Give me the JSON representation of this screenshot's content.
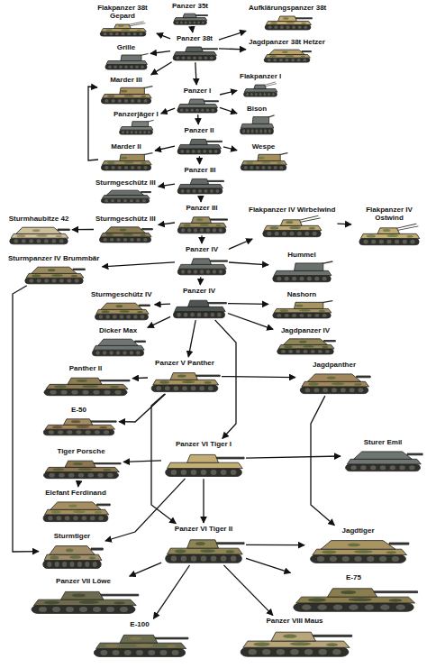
{
  "diagram": {
    "nodes": [
      {
        "text": [
          "Panzer 35t"
        ]
      },
      {
        "text": [
          "Flakpanzer 38t Gepard"
        ]
      },
      {
        "text": [
          "Aufklärungspanzer 38t"
        ]
      },
      {
        "text": [
          "Grille"
        ]
      },
      {
        "text": [
          "Panzer 38t"
        ]
      },
      {
        "text": [
          "Jagdpanzer 38t Hetzer"
        ]
      },
      {
        "text": [
          "Marder III"
        ]
      },
      {
        "text": [
          "Flakpanzer I"
        ]
      },
      {
        "text": [
          "Panzerjäger I"
        ]
      },
      {
        "text": [
          "Panzer I"
        ]
      },
      {
        "text": [
          "Bison"
        ]
      },
      {
        "text": [
          "Marder II"
        ]
      },
      {
        "text": [
          "Panzer II"
        ]
      },
      {
        "text": [
          "Wespe"
        ]
      },
      {
        "text": [
          "Sturmgeschütz III"
        ]
      },
      {
        "text": [
          "Panzer III"
        ]
      },
      {
        "text": [
          "Flakpanzer IV Wirbelwind"
        ]
      },
      {
        "text": [
          "Flakpanzer IV Ostwind"
        ]
      },
      {
        "text": [
          "Sturmhaubitze 42"
        ]
      },
      {
        "text": [
          "Sturmgeschütz III"
        ]
      },
      {
        "text": [
          "Panzer III"
        ]
      },
      {
        "text": [
          "Sturmpanzer IV Brummbär"
        ]
      },
      {
        "text": [
          "Panzer IV"
        ]
      },
      {
        "text": [
          "Hummel"
        ]
      },
      {
        "text": [
          "Sturmgeschütz IV"
        ]
      },
      {
        "text": [
          "Panzer IV"
        ]
      },
      {
        "text": [
          "Nashorn"
        ]
      },
      {
        "text": [
          "Dicker Max"
        ]
      },
      {
        "text": [
          "Jagdpanzer IV"
        ]
      },
      {
        "text": [
          "Panzer V Panther"
        ]
      },
      {
        "text": [
          "Jagdpanther"
        ]
      },
      {
        "text": [
          "Panther II"
        ]
      },
      {
        "text": [
          "E-50"
        ]
      },
      {
        "text": [
          "Panzer VI Tiger I"
        ]
      },
      {
        "text": [
          "Tiger Porsche"
        ]
      },
      {
        "text": [
          "Sturer Emil"
        ]
      },
      {
        "text": [
          "Elefant Ferdinand"
        ]
      },
      {
        "text": [
          "Sturmtiger"
        ]
      },
      {
        "text": [
          "Panzer VI Tiger II"
        ]
      },
      {
        "text": [
          "Jagdtiger"
        ]
      },
      {
        "text": [
          "Panzer VII Löwe"
        ]
      },
      {
        "text": [
          "E-75"
        ]
      },
      {
        "text": [
          "E-100"
        ]
      },
      {
        "text": [
          "Panzer VIII Maus"
        ]
      }
    ],
    "edges": [
      {
        "from": 0,
        "to": 4,
        "arrow": "to"
      },
      {
        "from": 4,
        "to": 1,
        "arrow": "to"
      },
      {
        "from": 4,
        "to": 2,
        "arrow": "to"
      },
      {
        "from": 4,
        "to": 3,
        "arrow": "to"
      },
      {
        "from": 4,
        "to": 5,
        "arrow": "to"
      },
      {
        "from": 4,
        "to": 6,
        "arrow": "to"
      },
      {
        "from": 4,
        "to": 9,
        "arrow": "to"
      },
      {
        "from": 9,
        "to": 7,
        "arrow": "to"
      },
      {
        "from": 9,
        "to": 8,
        "arrow": "to"
      },
      {
        "from": 9,
        "to": 10,
        "arrow": "to"
      },
      {
        "from": 9,
        "to": 12,
        "arrow": "to"
      },
      {
        "from": 11,
        "to": 6,
        "arrow": "to"
      },
      {
        "from": 12,
        "to": 11,
        "arrow": "to"
      },
      {
        "from": 12,
        "to": 13,
        "arrow": "to"
      },
      {
        "from": 12,
        "to": 15,
        "arrow": "to"
      },
      {
        "from": 15,
        "to": 14,
        "arrow": "to"
      },
      {
        "from": 15,
        "to": 20,
        "arrow": "to"
      },
      {
        "from": 20,
        "to": 19,
        "arrow": "to"
      },
      {
        "from": 19,
        "to": 18,
        "arrow": "to"
      },
      {
        "from": 20,
        "to": 22,
        "arrow": "to"
      },
      {
        "from": 22,
        "to": 16,
        "arrow": "to"
      },
      {
        "from": 16,
        "to": 17,
        "arrow": "to"
      },
      {
        "from": 22,
        "to": 21,
        "arrow": "to"
      },
      {
        "from": 22,
        "to": 23,
        "arrow": "to"
      },
      {
        "from": 22,
        "to": 25,
        "arrow": "to"
      },
      {
        "from": 25,
        "to": 24,
        "arrow": "to"
      },
      {
        "from": 25,
        "to": 26,
        "arrow": "to"
      },
      {
        "from": 25,
        "to": 27,
        "arrow": "to"
      },
      {
        "from": 25,
        "to": 28,
        "arrow": "to"
      },
      {
        "from": 25,
        "to": 29,
        "arrow": "to"
      },
      {
        "from": 25,
        "to": 33,
        "arrow": "to"
      },
      {
        "from": 21,
        "to": 37,
        "arrow": "to"
      },
      {
        "from": 29,
        "to": 31,
        "arrow": "to"
      },
      {
        "from": 29,
        "to": 32,
        "arrow": "to"
      },
      {
        "from": 29,
        "to": 30,
        "arrow": "to"
      },
      {
        "from": 29,
        "to": 38,
        "arrow": "to"
      },
      {
        "from": 30,
        "to": 39,
        "arrow": "to"
      },
      {
        "from": 33,
        "to": 34,
        "arrow": "to"
      },
      {
        "from": 34,
        "to": 36,
        "arrow": "to"
      },
      {
        "from": 33,
        "to": 35,
        "arrow": "to"
      },
      {
        "from": 33,
        "to": 37,
        "arrow": "to"
      },
      {
        "from": 33,
        "to": 38,
        "arrow": "to"
      },
      {
        "from": 38,
        "to": 39,
        "arrow": "to"
      },
      {
        "from": 38,
        "to": 40,
        "arrow": "to"
      },
      {
        "from": 38,
        "to": 41,
        "arrow": "to"
      },
      {
        "from": 38,
        "to": 42,
        "arrow": "to"
      },
      {
        "from": 38,
        "to": 43,
        "arrow": "to"
      }
    ]
  }
}
